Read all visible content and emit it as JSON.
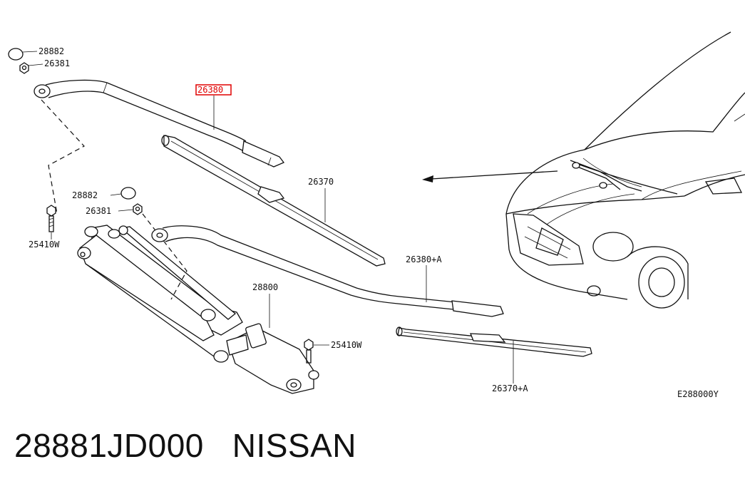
{
  "labels": {
    "cap_top": "28882",
    "nut_top": "26381",
    "arm_main": "26380",
    "blade_main": "26370",
    "cap_mid": "28882",
    "nut_mid": "26381",
    "bolt_left": "25410W",
    "motor": "28800",
    "arm_a": "26380+A",
    "bolt_right": "25410W",
    "blade_a": "26370+A",
    "diagram_code": "E288000Y"
  },
  "caption": {
    "part_number": "28881JD000",
    "brand": "NISSAN"
  },
  "colors": {
    "highlight": "#e00000",
    "line": "#111111"
  }
}
